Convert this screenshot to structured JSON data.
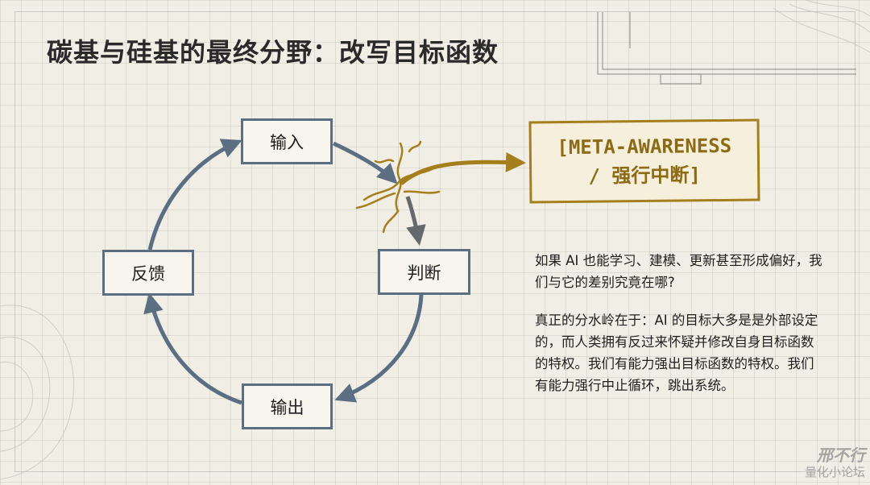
{
  "title": "碳基与硅基的最终分野：改写目标函数",
  "loop": {
    "input": "输入",
    "judge": "判断",
    "output": "输出",
    "feedback": "反馈"
  },
  "meta_box": {
    "line1": "[META-AWARENESS",
    "line2": "/ 强行中断]"
  },
  "explanation": {
    "paragraph1": "如果 AI 也能学习、建模、更新甚至形成偏好，我们与它的差别究竟在哪?",
    "paragraph2": "真正的分水岭在于：AI 的目标大多是是外部设定的，而人类拥有反过来怀疑并修改自身目标函数的特权。我们有能力强出目标函数的特权。我们有能力强行中止循环，跳出系统。"
  },
  "watermark": {
    "line1": "邢不行",
    "line2": "量化小论坛"
  },
  "colors": {
    "loop_blue": "#5c6e82",
    "meta_gold": "#a57f1d",
    "background": "#f1eee6"
  }
}
